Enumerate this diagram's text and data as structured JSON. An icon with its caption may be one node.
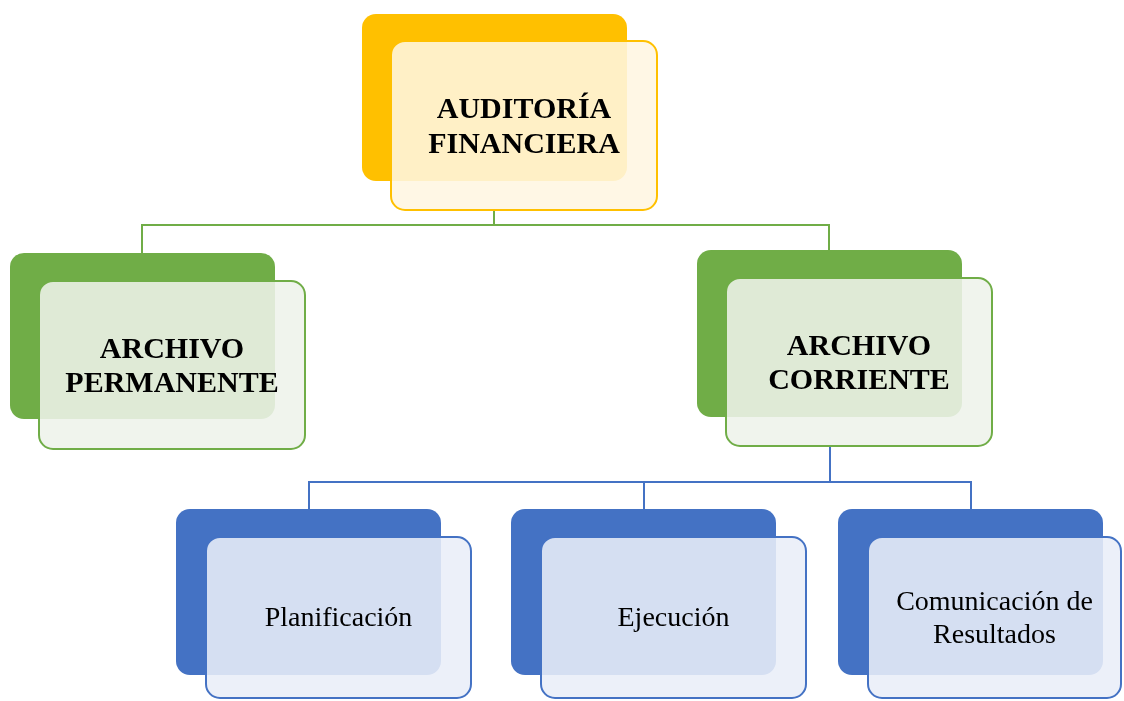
{
  "diagram": {
    "nodes": [
      {
        "text": [
          "AUDITORÍA FINANCIERA"
        ]
      },
      {
        "text": [
          "ARCHIVO PERMANENTE"
        ]
      },
      {
        "text": [
          "ARCHIVO CORRIENTE"
        ]
      },
      {
        "text": [
          "Planificación"
        ]
      },
      {
        "text": [
          "Ejecución"
        ]
      },
      {
        "text": [
          "Comunicación de Resultados"
        ]
      }
    ],
    "edges": [
      {
        "from": 0,
        "to": 1,
        "arrow": "none",
        "color": "#70ad47"
      },
      {
        "from": 0,
        "to": 2,
        "arrow": "none",
        "color": "#70ad47"
      },
      {
        "from": 2,
        "to": 3,
        "arrow": "none"
      },
      {
        "from": 2,
        "to": 4,
        "arrow": "none"
      },
      {
        "from": 2,
        "to": 5,
        "arrow": "none"
      }
    ]
  }
}
